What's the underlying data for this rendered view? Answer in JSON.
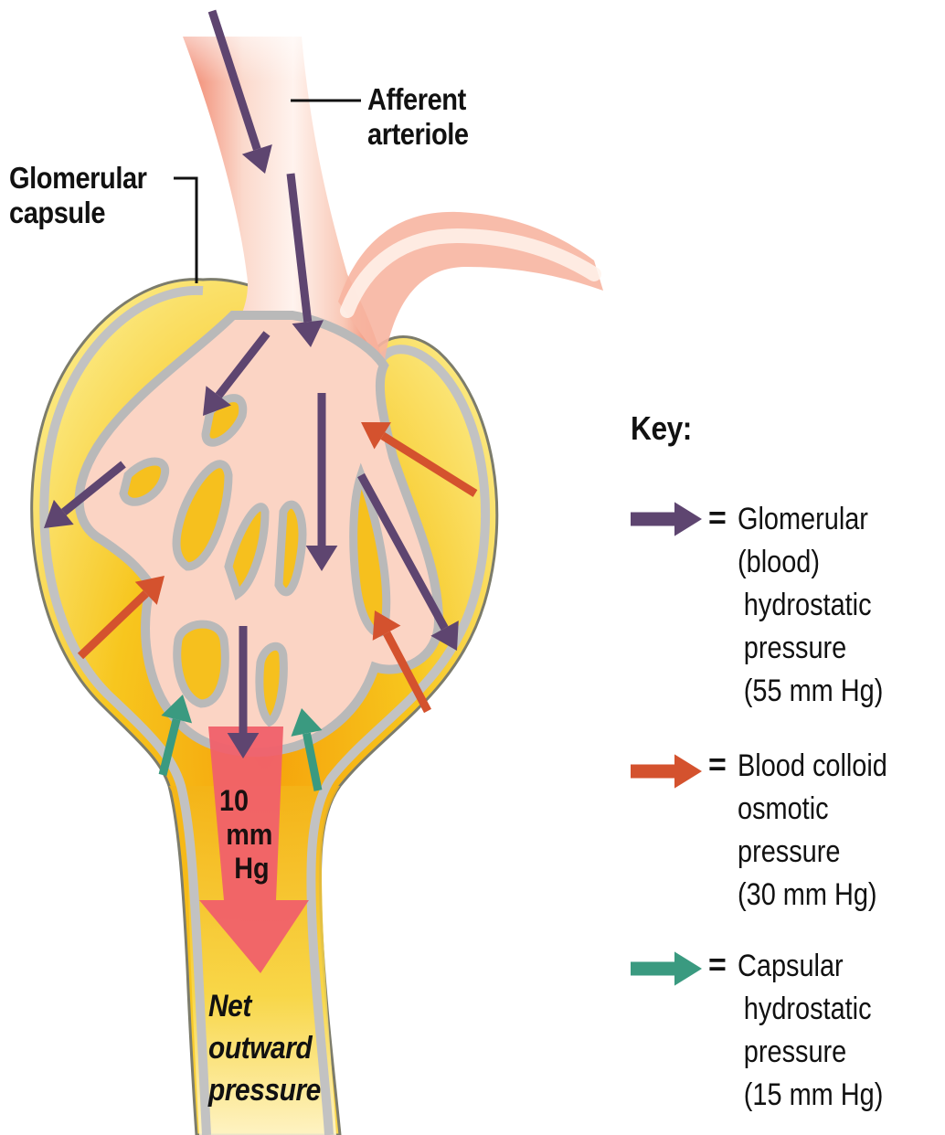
{
  "labels": {
    "afferent_arteriole": [
      "Afferent",
      "arteriole"
    ],
    "glomerular_capsule": [
      "Glomerular",
      "capsule"
    ],
    "net_value": [
      "10",
      "mm",
      "Hg"
    ],
    "net_caption": [
      "Net",
      "outward",
      "pressure"
    ]
  },
  "key": {
    "title": "Key:",
    "equals": "=",
    "items": [
      {
        "arrow_color": "#5e4570",
        "icon": "purple-arrow-icon",
        "lines": [
          "Glomerular",
          "(blood)",
          "hydrostatic",
          "pressure",
          "(55 mm Hg)"
        ]
      },
      {
        "arrow_color": "#d4522e",
        "icon": "orange-arrow-icon",
        "lines": [
          "Blood colloid",
          "osmotic",
          "pressure",
          "(30 mm Hg)"
        ]
      },
      {
        "arrow_color": "#3a9a80",
        "icon": "green-arrow-icon",
        "lines": [
          "Capsular",
          "hydrostatic",
          "pressure",
          "(15 mm Hg)"
        ]
      }
    ]
  },
  "colors": {
    "glomerular_arrow": "#5e4570",
    "colloid_arrow": "#d4522e",
    "capsular_arrow": "#3a9a80",
    "net_arrow": "#f0606a",
    "capsule_fill": "#f6c828",
    "capsule_wall": "#b9b9b9",
    "vessel": "#f3a08a"
  }
}
